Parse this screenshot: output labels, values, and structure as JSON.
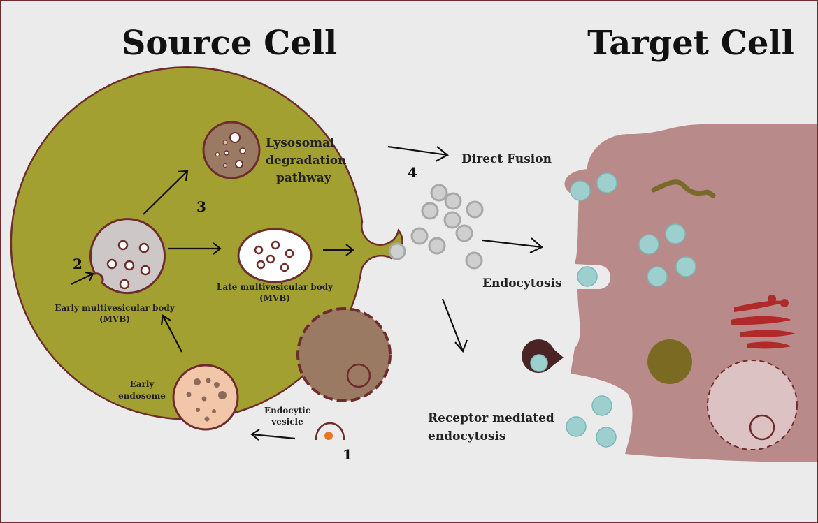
{
  "titles": {
    "source": "Source Cell",
    "target": "Target Cell"
  },
  "labels": {
    "lysosomal_1": "Lysosomal",
    "lysosomal_2": "degradation",
    "lysosomal_3": "pathway",
    "early_mvb_1": "Early multivesicular body",
    "early_mvb_2": "(MVB)",
    "late_mvb_1": "Late multivesicular body",
    "late_mvb_2": "(MVB)",
    "early_endosome_1": "Early",
    "early_endosome_2": "endosome",
    "endocytic_vesicle_1": "Endocytic",
    "endocytic_vesicle_2": "vesicle",
    "direct_fusion": "Direct Fusion",
    "endocytosis": "Endocytosis",
    "receptor_mediated_1": "Receptor mediated",
    "receptor_mediated_2": "endocytosis"
  },
  "steps": {
    "s1": "1",
    "s2": "2",
    "s3": "3",
    "s4": "4"
  },
  "colors": {
    "background": "#ebebeb",
    "border": "#6e2c2c",
    "source_cell": "#a3a032",
    "target_cell": "#b98a8a",
    "organelle_outline": "#6e2c2c",
    "exosome": "#cfcfcf",
    "teal_vesicle": "#9ecfcf",
    "endosome_fill": "#f2c6a8",
    "late_endosome": "#9a7a62"
  }
}
